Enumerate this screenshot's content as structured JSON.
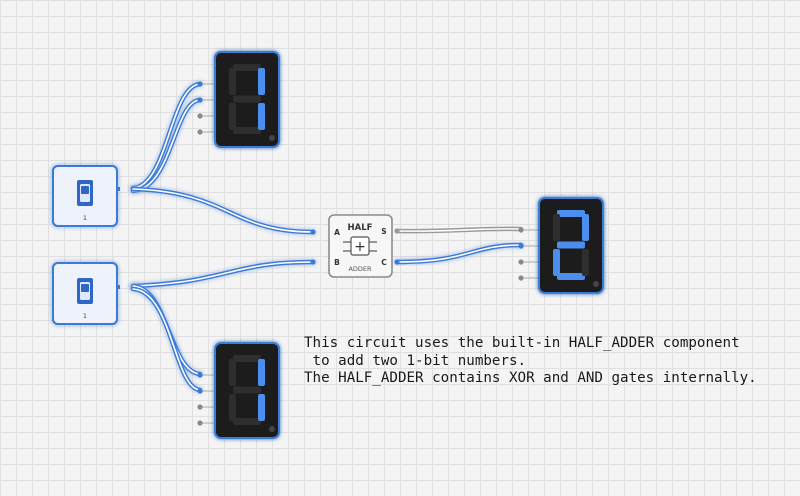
{
  "switches": [
    {
      "id": "switch-a",
      "value_label": "1",
      "state": "on"
    },
    {
      "id": "switch-b",
      "value_label": "1",
      "state": "on"
    }
  ],
  "displays": [
    {
      "id": "display-input-a",
      "digit": "1"
    },
    {
      "id": "display-output",
      "digit": "2"
    },
    {
      "id": "display-input-b",
      "digit": "1"
    }
  ],
  "half_adder": {
    "title": "HALF",
    "subtitle": "ADDER",
    "symbol": "+",
    "pin_a": "A",
    "pin_b": "B",
    "pin_s": "S",
    "pin_c": "C"
  },
  "note": {
    "lines": [
      "This circuit uses the built-in HALF_ADDER component",
      " to add two 1-bit numbers.",
      "The HALF_ADDER contains XOR and AND gates internally."
    ]
  },
  "colors": {
    "active_wire": "#3a7bd5",
    "inactive_wire": "#9a9a9a",
    "segment_on": "#4a8ef0",
    "segment_off": "#2e2e2e",
    "display_body": "#1b1b1b",
    "component_border": "#3a7bd5",
    "component_fill": "#eef3fb"
  }
}
